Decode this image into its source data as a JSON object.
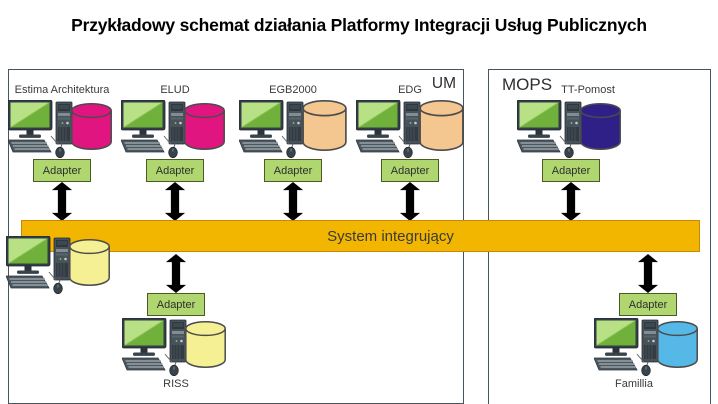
{
  "title": "Przykładowy schemat działania Platformy Integracji Usług Publicznych",
  "boxes": {
    "um": {
      "label": "UM"
    },
    "mops": {
      "label": "MOPS"
    }
  },
  "bar": {
    "label": "System integrujący",
    "fill": "#F2B600",
    "border": "#C8870B"
  },
  "adapter": {
    "label": "Adapter",
    "fill": "#AFD66F",
    "border": "#4C5B23"
  },
  "arrow": {
    "fill": "#FFFFFF",
    "stroke": "#7E7E7E"
  },
  "systems": {
    "estima": {
      "name": "Estima Architektura",
      "db_color": "#E01580"
    },
    "elud": {
      "name": "ELUD",
      "db_color": "#E01580"
    },
    "egb2000": {
      "name": "EGB2000",
      "db_color": "#F4C690"
    },
    "edg": {
      "name": "EDG",
      "db_color": "#F4C690"
    },
    "tt_pomost": {
      "name": "TT-Pomost",
      "db_color": "#2E2087"
    },
    "riss": {
      "name": "RISS",
      "db_color": "#F5F094"
    },
    "famillia": {
      "name": "Famillia",
      "db_color": "#55B8E6"
    },
    "integrator_workstation": {
      "db_color": "#F5F094"
    }
  }
}
